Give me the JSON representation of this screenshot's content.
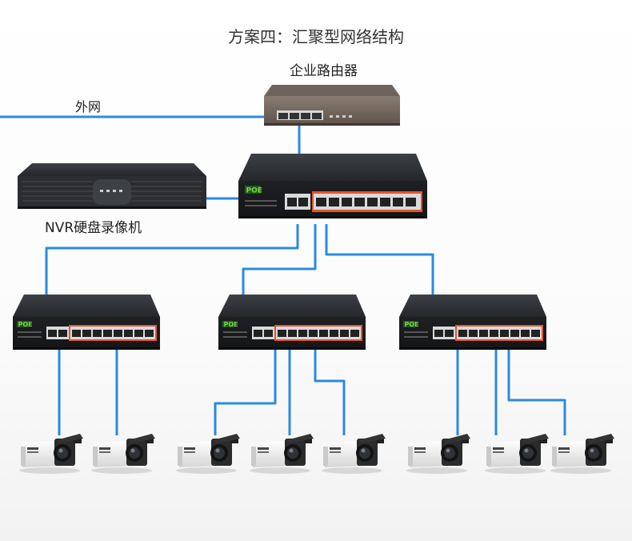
{
  "title": "方案四：汇聚型网络结构",
  "labels": {
    "router": "企业路由器",
    "wan": "外网",
    "nvr": "NVR硬盘录像机"
  },
  "switch_brand": "POE",
  "colors": {
    "cable": "#2a8ae0",
    "device_body": "#2c2e31",
    "accent": "#e0542a",
    "brand": "#7fd04a"
  },
  "icons": [
    "router-icon",
    "poe-switch-icon",
    "nvr-icon",
    "camera-icon"
  ]
}
